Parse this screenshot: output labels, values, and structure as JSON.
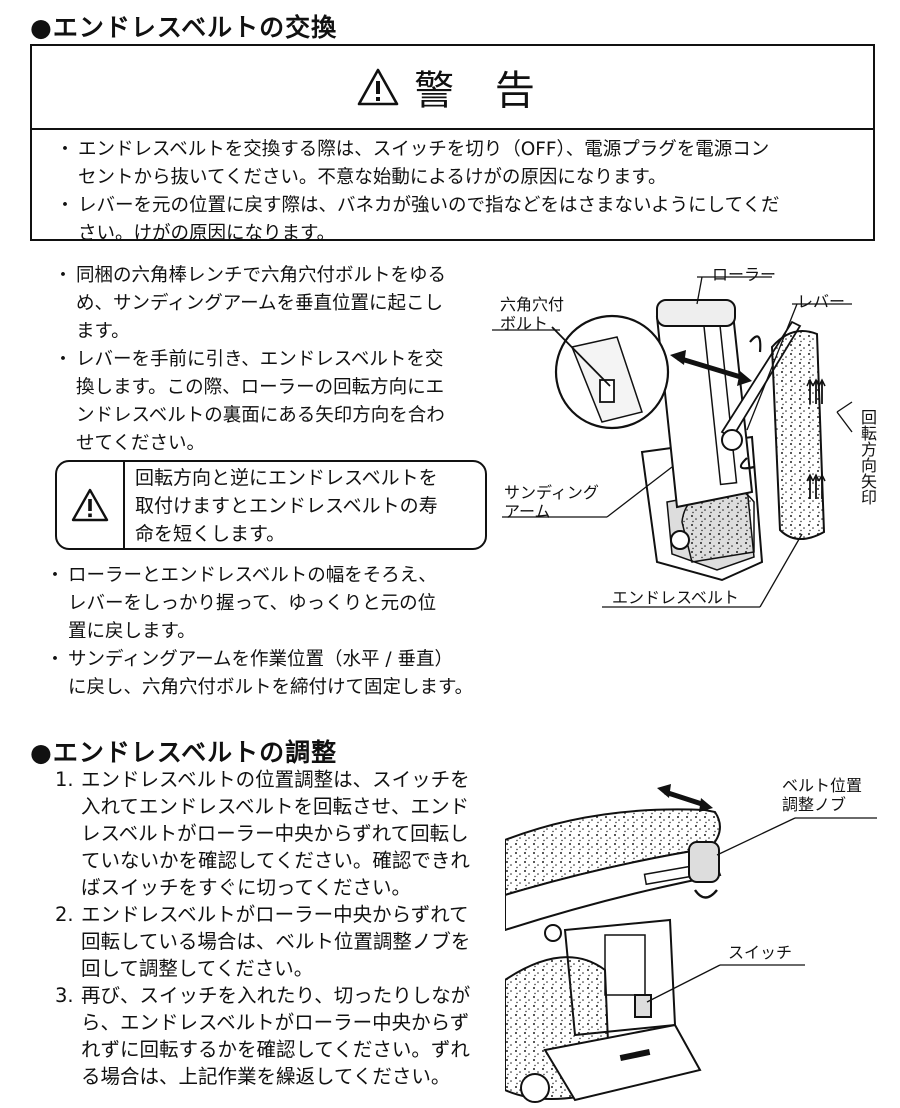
{
  "section1": {
    "heading": "●エンドレスベルトの交換",
    "warning": {
      "title": "警 告",
      "bullet": "・",
      "lines": [
        "エンドレスベルトを交換する際は、スイッチを切り（OFF）、電源プラグを電源コン",
        "セントから抜いてください。不意な始動によるけがの原因になります。",
        "レバーを元の位置に戻す際は、バネカが強いので指などをはさまないようにしてくだ",
        "さい。けがの原因になります。"
      ]
    },
    "steps_a": [
      [
        "同梱の六角棒レンチで六角穴付ボルトをゆる",
        "め、サンディングアームを垂直位置に起こし",
        "ます。"
      ],
      [
        "レバーを手前に引き、エンドレスベルトを交",
        "換します。この際、ローラーの回転方向にエ",
        "ンドレスベルトの裏面にある矢印方向を合わ",
        "せてください。"
      ]
    ],
    "caution": [
      "回転方向と逆にエンドレスベルトを",
      "取付けますとエンドレスベルトの寿",
      "命を短くします。"
    ],
    "steps_b": [
      [
        "ローラーとエンドレスベルトの幅をそろえ、",
        "レバーをしっかり握って、ゆっくりと元の位",
        "置に戻します。"
      ],
      [
        "サンディングアームを作業位置（水平 / 垂直）",
        "に戻し、六角穴付ボルトを締付けて固定します。"
      ]
    ],
    "figure": {
      "roller": "ローラー",
      "lever": "レバー",
      "bolt": [
        "六角穴付",
        "ボルト"
      ],
      "arrow_dir": [
        "回",
        "転",
        "方",
        "向",
        "矢",
        "印"
      ],
      "arm": [
        "サンディング",
        "アーム"
      ],
      "belt": "エンドレスベルト"
    }
  },
  "section2": {
    "heading": "●エンドレスベルトの調整",
    "steps": [
      {
        "num": "1.",
        "lines": [
          "エンドレスベルトの位置調整は、スイッチを",
          "入れてエンドレスベルトを回転させ、エンド",
          "レスベルトがローラー中央からずれて回転し",
          "ていないかを確認してください。確認できれ",
          "ばスイッチをすぐに切ってください。"
        ]
      },
      {
        "num": "2.",
        "lines": [
          "エンドレスベルトがローラー中央からずれて",
          "回転している場合は、ベルト位置調整ノブを",
          "回して調整してください。"
        ]
      },
      {
        "num": "3.",
        "lines": [
          "再び、スイッチを入れたり、切ったりしなが",
          "ら、エンドレスベルトがローラー中央からず",
          "れずに回転するかを確認してください。ずれ",
          "る場合は、上記作業を繰返してください。"
        ]
      }
    ],
    "figure": {
      "knob": [
        "ベルト位置",
        "調整ノブ"
      ],
      "switch": "スイッチ"
    }
  }
}
